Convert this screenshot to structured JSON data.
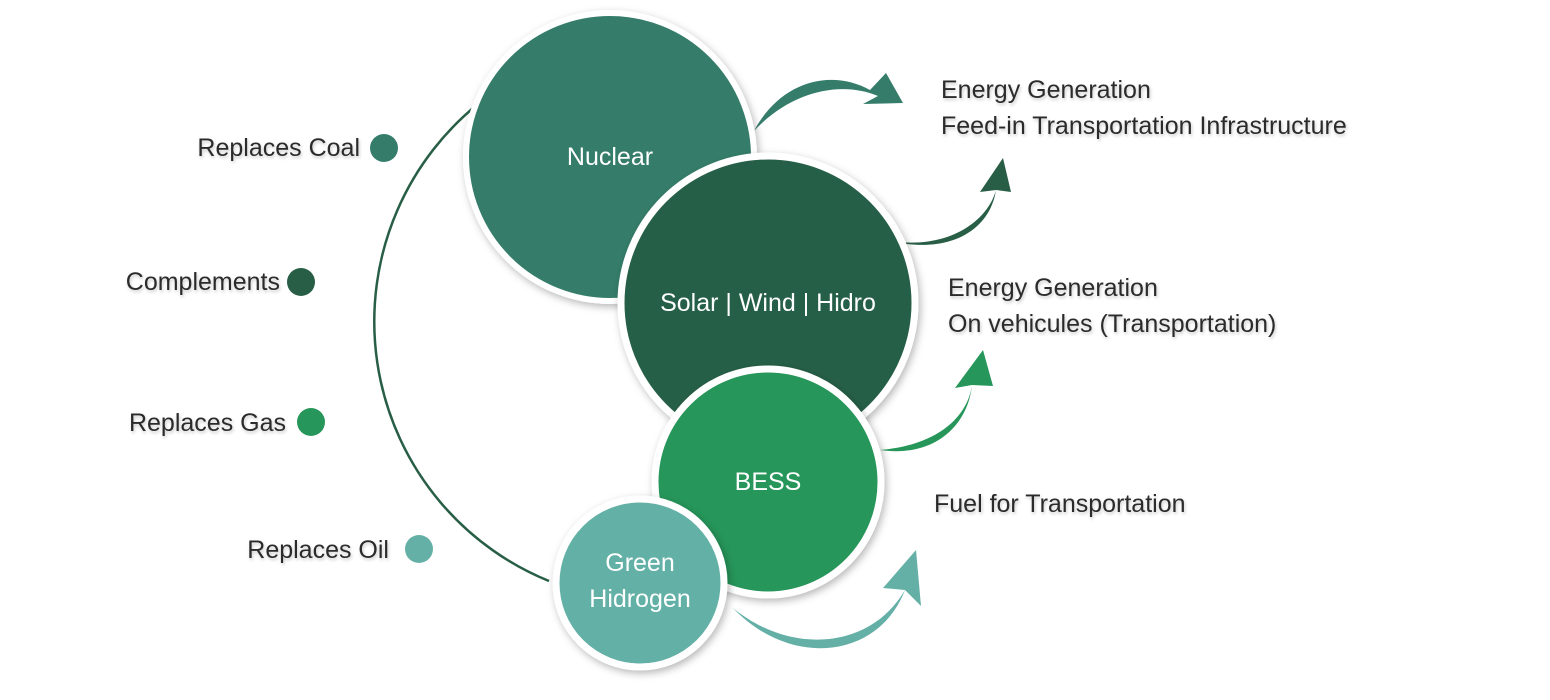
{
  "colors": {
    "nuclear": "#357d6a",
    "solar": "#285e46",
    "bess": "#27965a",
    "hydrogen": "#64b0a7",
    "ring": "#285e46",
    "text": "#2b2b2b"
  },
  "circles": {
    "nuclear": "Nuclear",
    "solar": "Solar | Wind | Hidro",
    "bess": "BESS",
    "hydrogen": [
      "Green",
      "Hidrogen"
    ]
  },
  "ring_labels": {
    "coal": "Replaces Coal",
    "complements": "Complements",
    "gas": "Replaces Gas",
    "oil": "Replaces Oil"
  },
  "outputs": {
    "nuclear": [
      "Energy Generation",
      "Feed-in Transportation Infrastructure"
    ],
    "solar": [
      "Energy Generation",
      "On vehicules (Transportation)"
    ],
    "bess": [
      "Fuel for Transportation"
    ]
  }
}
